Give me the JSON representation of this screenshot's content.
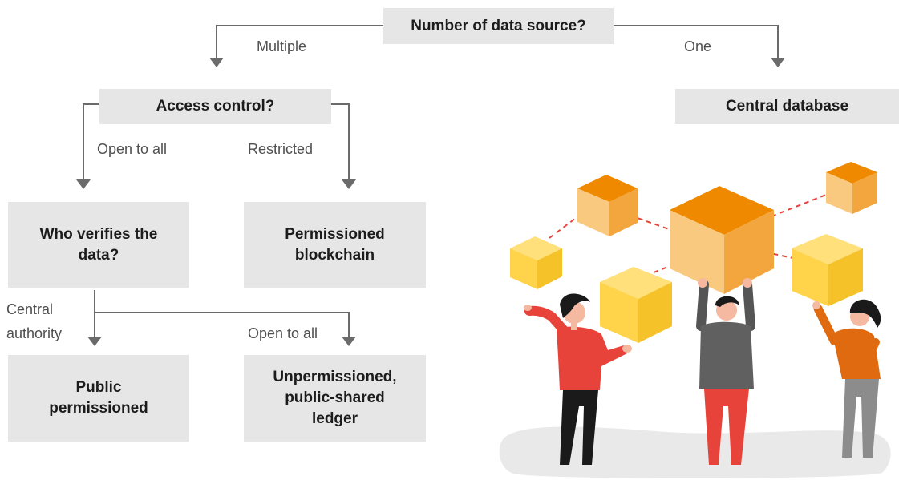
{
  "diagram": {
    "root": {
      "label": "Number of data source?"
    },
    "branch_multiple": {
      "label": "Multiple"
    },
    "branch_one": {
      "label": "One"
    },
    "access": {
      "label": "Access control?"
    },
    "central_db": {
      "label": "Central database"
    },
    "branch_open_1": {
      "label": "Open to all"
    },
    "branch_restricted": {
      "label": "Restricted"
    },
    "verifier": {
      "label": "Who verifies the\ndata?"
    },
    "permissioned": {
      "label": "Permissioned\nblockchain"
    },
    "branch_central": {
      "label": "Central\nauthority"
    },
    "branch_open_2": {
      "label": "Open to all"
    },
    "public_perm": {
      "label": "Public\npermissioned"
    },
    "unpermissioned": {
      "label": "Unpermissioned,\npublic-shared\nledger"
    }
  },
  "colors": {
    "node_fill": "#e6e6e6",
    "line": "#6b6b6b",
    "cube_orange": "#f0a030",
    "cube_yellow": "#ffcf2e",
    "dash_red": "#e8433a"
  },
  "illustration": {
    "subject": "people-holding-cubes",
    "icon": "blockchain-cubes-icon"
  }
}
